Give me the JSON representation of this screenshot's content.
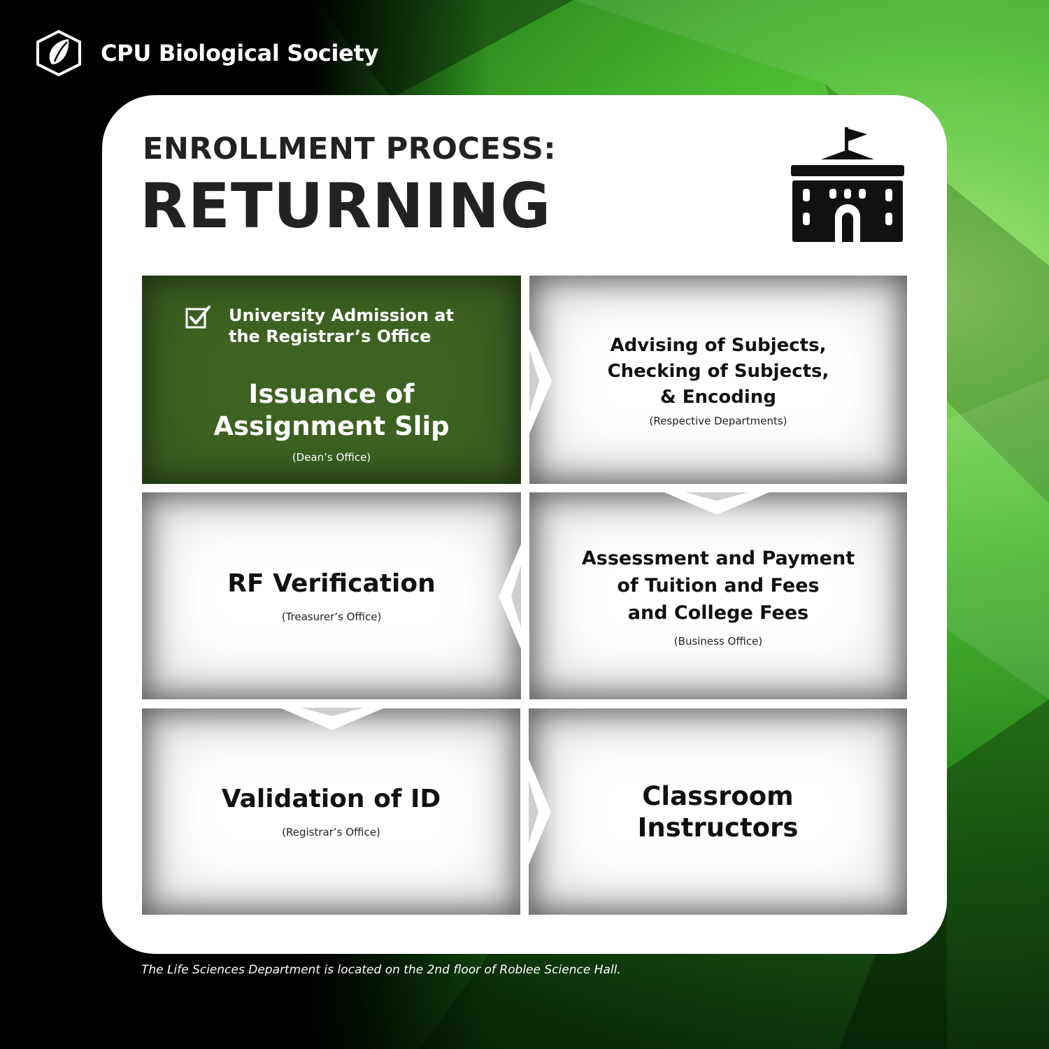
{
  "brand": {
    "name": "CPU Biological Society",
    "logo_icon": "leaf-hexagon-logo-icon"
  },
  "header": {
    "title_line1": "ENROLLMENT PROCESS:",
    "title_line2": "RETURNING",
    "icon": "university-building-icon"
  },
  "steps": [
    {
      "done_label": "University Admission at\nthe Registrar’s Office",
      "done_icon": "checkbox-checked-icon",
      "title": "Issuance of\nAssignment Slip",
      "office": "(Dean’s Office)",
      "active": true
    },
    {
      "title": "Advising of Subjects,\nChecking of Subjects,\n& Encoding",
      "office": "(Respective Departments)"
    },
    {
      "title": "RF Verification",
      "office": "(Treasurer’s Office)"
    },
    {
      "title": "Assessment and Payment\nof Tuition and Fees\nand College Fees",
      "office": "(Business Office)"
    },
    {
      "title": "Validation of ID",
      "office": "(Registrar’s Office)"
    },
    {
      "title": "Classroom\nInstructors"
    }
  ],
  "footer": {
    "note": "The Life Sciences Department is located on the 2nd floor of Roblee Science Hall."
  },
  "colors": {
    "active_step": "#3d6322",
    "accent_green": "#4fbf33",
    "title_text": "#222222",
    "background_dark": "#000000"
  }
}
